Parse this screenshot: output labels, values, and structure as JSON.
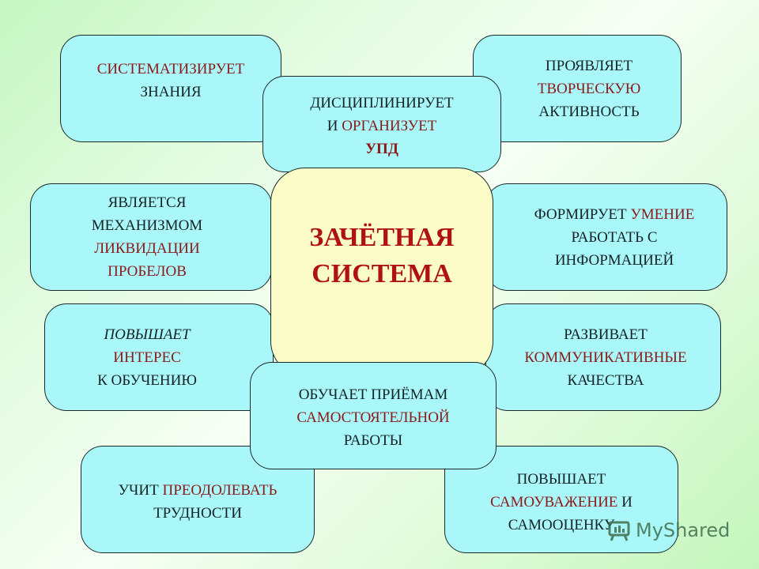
{
  "diagram": {
    "center": {
      "lines": [
        "ЗАЧЁТНАЯ",
        "СИСТЕМА"
      ]
    },
    "boxes": {
      "systematizes": {
        "line1": "СИСТЕМАТИЗИРУЕТ",
        "line2": "ЗНАНИЯ"
      },
      "creative": {
        "line1": "ПРОЯВЛЯЕТ",
        "line2": "ТВОРЧЕСКУЮ",
        "line3": "АКТИВНОСТЬ"
      },
      "disciplines": {
        "line1": "ДИСЦИПЛИНИРУЕТ",
        "line2a": "И ",
        "line2b": "ОРГАНИЗУЕТ",
        "line3": "УПД"
      },
      "mechanism": {
        "line1": "ЯВЛЯЕТСЯ",
        "line2": "МЕХАНИЗМОМ",
        "line3": "ЛИКВИДАЦИИ",
        "line4": "ПРОБЕЛОВ"
      },
      "information": {
        "line1a": "ФОРМИРУЕТ ",
        "line1b": "УМЕНИЕ",
        "line2": "РАБОТАТЬ С",
        "line3": "ИНФОРМАЦИЕЙ"
      },
      "interest": {
        "line1": "ПОВЫШАЕТ",
        "line2": "ИНТЕРЕС",
        "line3": "К ОБУЧЕНИЮ"
      },
      "communicative": {
        "line1": "РАЗВИВАЕТ",
        "line2": "КОММУНИКАТИВНЫЕ",
        "line3": "КАЧЕСТВА"
      },
      "self_work": {
        "line1": "ОБУЧАЕТ ПРИЁМАМ",
        "line2": "САМОСТОЯТЕЛЬНОЙ",
        "line3": "РАБОТЫ"
      },
      "difficulties": {
        "line1a": "УЧИТ ",
        "line1b": "ПРЕОДОЛЕВАТЬ",
        "line2": "ТРУДНОСТИ"
      },
      "self_esteem": {
        "line1": "ПОВЫШАЕТ",
        "line2a": "САМОУВАЖЕНИЕ",
        "line2b": " И",
        "line3": "САМООЦЕНКУ"
      }
    }
  },
  "colors": {
    "box_fill": "#aaf7f9",
    "center_fill": "#fcfcc8",
    "accent_text": "#8b1a1a",
    "title_text": "#b01212",
    "body_text": "#142326",
    "background": "#d8f9d4"
  },
  "watermark": {
    "text": "MyShared",
    "icon": "presentation-board-icon"
  }
}
